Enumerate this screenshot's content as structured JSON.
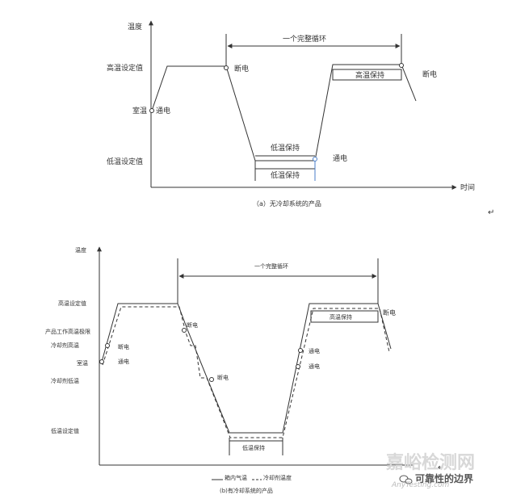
{
  "diagram_a": {
    "y_axis_label": "温度",
    "x_axis_label": "时间",
    "label_high_set": "高温设定值",
    "label_room": "室温",
    "label_low_set": "低温设定值",
    "label_cycle": "一个完整循环",
    "label_power_off_1": "断电",
    "label_power_on_1": "通电",
    "label_low_hold_1": "低温保持",
    "label_low_hold_2": "低温保持",
    "label_power_on_2": "通电",
    "label_high_hold": "高温保持",
    "label_power_off_2": "断电",
    "caption": "（a）无冷却系统的产品",
    "return_mark": "↵"
  },
  "diagram_b": {
    "y_axis_label": "温度",
    "label_high_set": "高温设定值",
    "label_product_high": "产品工作高温极限",
    "label_coolant_high": "冷却剂高温",
    "label_room": "室温",
    "label_coolant_low": "冷却剂低温",
    "label_low_set": "低温设定值",
    "label_cycle": "一个完整循环",
    "label_power_off_1": "断电",
    "label_power_on_1": "通电",
    "label_power_off_2": "断电",
    "label_power_off_3": "断电",
    "label_low_hold": "低温保持",
    "label_power_on_2": "通电",
    "label_power_on_3": "通电",
    "label_high_hold": "高温保持",
    "label_power_off_4": "断电",
    "legend_solid": "箱内气温",
    "legend_dashed": "冷却剂温度",
    "caption": "(b)有冷却系统的产品",
    "return_mark": "↵"
  },
  "watermark": {
    "text_main": "嘉峪检测网",
    "text_brand": "可靠性的边界",
    "text_site": "AnyTesting.com"
  }
}
